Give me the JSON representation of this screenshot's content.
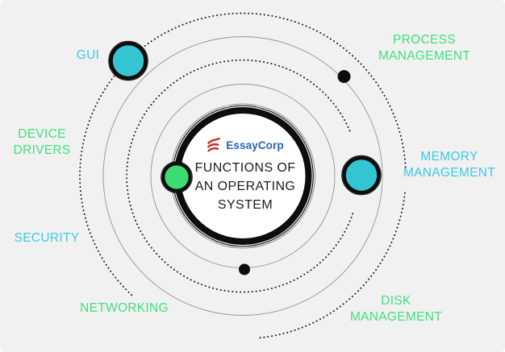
{
  "center": {
    "brand": "EssayCorp",
    "title": {
      "line1": "FUNCTIONS OF",
      "line2": "AN OPERATING",
      "line3": "SYSTEM"
    }
  },
  "functions": {
    "gui": {
      "text": "GUI"
    },
    "process_management": {
      "line1": "PROCESS",
      "line2": "MANAGEMENT"
    },
    "memory_management": {
      "line1": "MEMORY",
      "line2": "MANAGEMENT"
    },
    "device_drivers": {
      "line1": "DEVICE",
      "line2": "DRIVERS"
    },
    "security": {
      "text": "SECURITY"
    },
    "networking": {
      "text": "NETWORKING"
    },
    "disk_management": {
      "line1": "DISK",
      "line2": "MANAGEMENT"
    }
  },
  "icons": {
    "logo": "essaycorp-stripes-icon"
  },
  "colors": {
    "background": "#f1f1f2",
    "teal-node": "#35c5d2",
    "green-node": "#3eda74",
    "cyan-label": "#3cc9e2",
    "green-label": "#41e07e",
    "brand-blue": "#2d62ae",
    "logo-red": "#c2332b",
    "orbit-solid": "#949494",
    "orbit-dot": "#1c1c1c",
    "ring-black": "#0d0d0d",
    "title-text": "#1c1c1c"
  }
}
